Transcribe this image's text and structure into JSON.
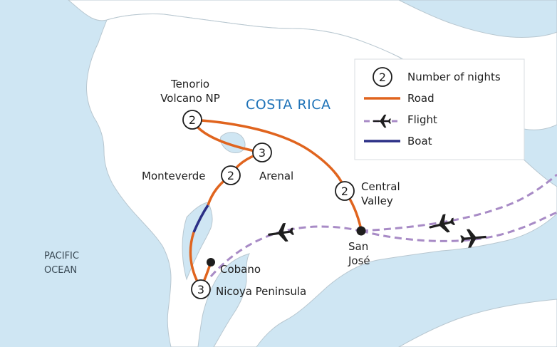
{
  "map": {
    "country_label": "COSTA RICA",
    "ocean_label_line1": "PACIFIC",
    "ocean_label_line2": "OCEAN",
    "colors": {
      "water": "#cfe6f3",
      "land": "#ffffff",
      "road": "#e0641e",
      "boat": "#2b2f86",
      "flight": "#a88bc6",
      "country_label": "#1f73b8"
    }
  },
  "stops": [
    {
      "id": "tenorio",
      "label_line1": "Tenorio",
      "label_line2": "Volcano NP",
      "nights": "2"
    },
    {
      "id": "arenal",
      "label_line1": "Arenal",
      "nights": "3"
    },
    {
      "id": "monteverde",
      "label_line1": "Monteverde",
      "nights": "2"
    },
    {
      "id": "central-valley",
      "label_line1": "Central",
      "label_line2": "Valley",
      "nights": "2"
    },
    {
      "id": "nicoya",
      "label_line1": "Nicoya Peninsula",
      "nights": "3"
    }
  ],
  "points": [
    {
      "id": "san-jose",
      "label_line1": "San",
      "label_line2": "José"
    },
    {
      "id": "cobano",
      "label_line1": "Cobano"
    }
  ],
  "legend": {
    "nights_sample": "2",
    "nights_label": "Number of nights",
    "road_label": "Road",
    "flight_label": "Flight",
    "boat_label": "Boat",
    "icons": [
      "circle-number-icon",
      "road-line-icon",
      "airplane-icon",
      "boat-line-icon"
    ]
  }
}
